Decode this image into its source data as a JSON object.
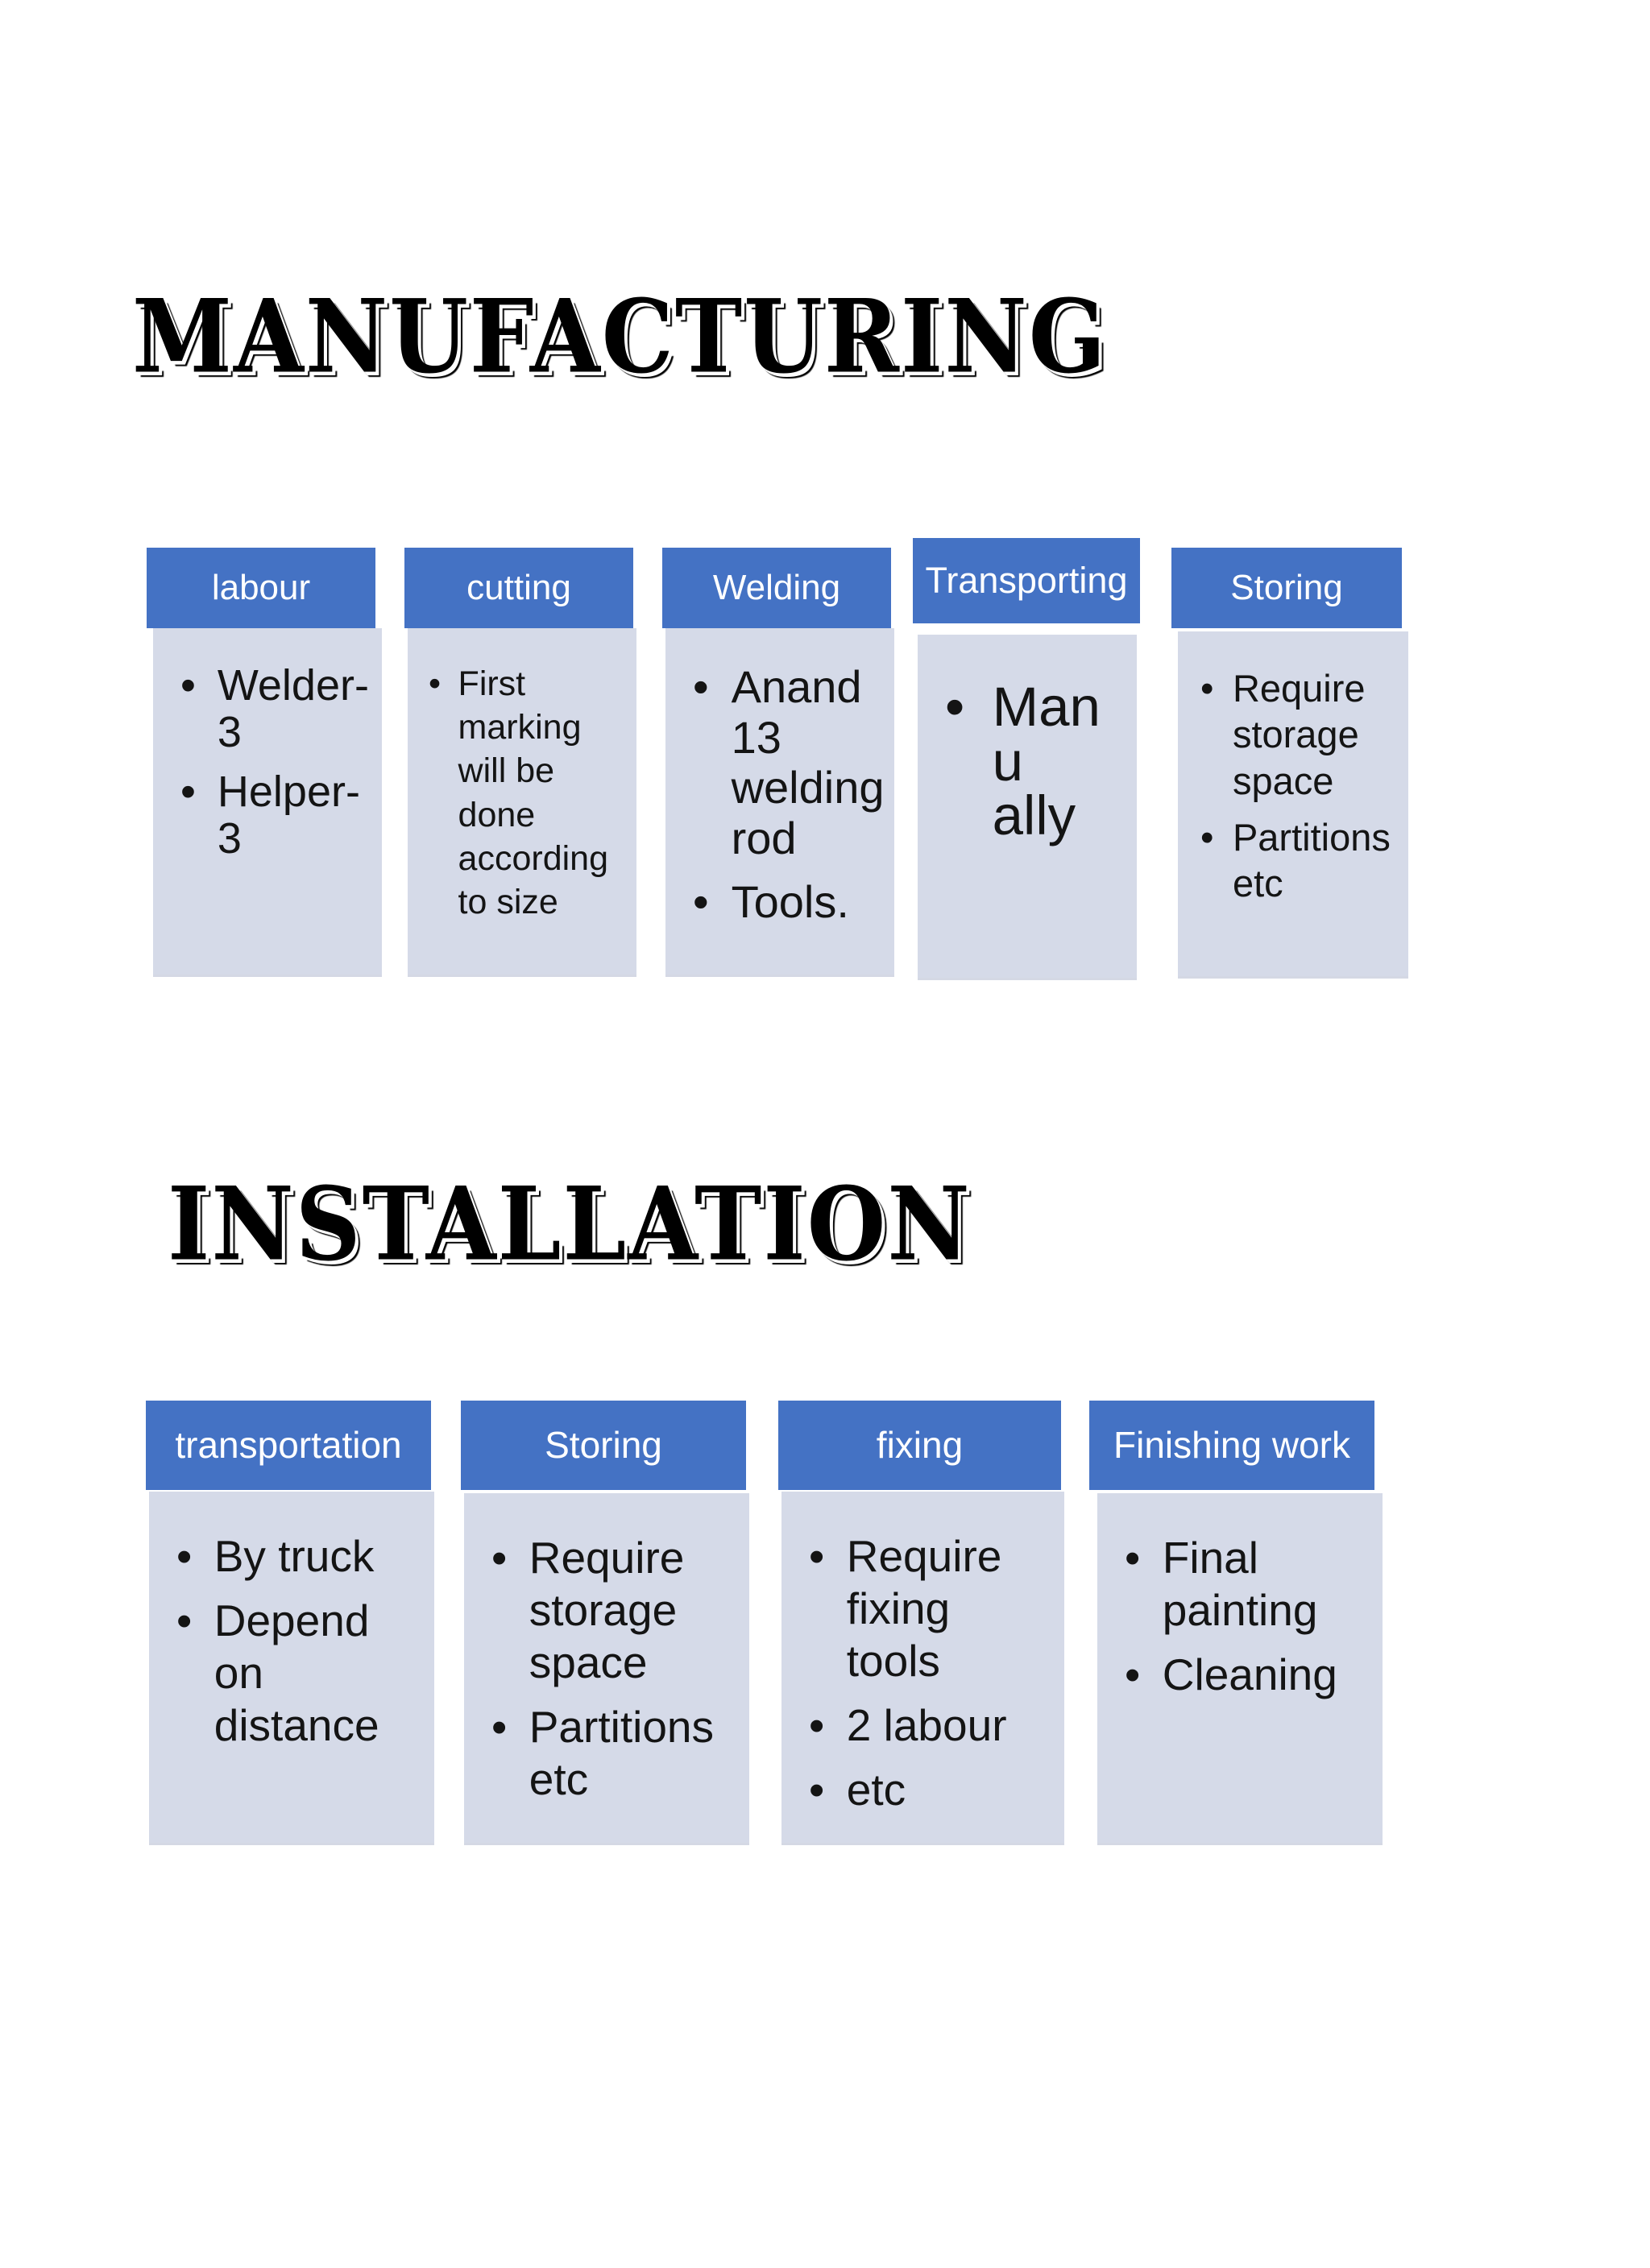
{
  "colors": {
    "header_blue": "#4472C4",
    "body_lavender": "#D5DAE8",
    "header_text": "#ffffff",
    "body_text": "#141414",
    "title_text": "#000000",
    "page_background": "#ffffff"
  },
  "sections": [
    {
      "title": "MANUFACTURING",
      "boxes": [
        {
          "header": "labour",
          "items": [
            "Welder-\n3",
            "Helper-\n3"
          ]
        },
        {
          "header": "cutting",
          "items": [
            "First\nmarking\nwill be\ndone\naccording\nto size"
          ]
        },
        {
          "header": "Welding",
          "items": [
            "Anand\n13\nwelding\nrod",
            "Tools."
          ]
        },
        {
          "header": "Transporting",
          "items": [
            "Manu\nally"
          ]
        },
        {
          "header": "Storing",
          "items": [
            "Require\nstorage\nspace",
            "Partitions\netc"
          ]
        }
      ]
    },
    {
      "title": "INSTALLATION",
      "boxes": [
        {
          "header": "transportation",
          "items": [
            "By truck",
            "Depend\non\ndistance"
          ]
        },
        {
          "header": "Storing",
          "items": [
            "Require\nstorage\nspace",
            "Partitions\netc"
          ]
        },
        {
          "header": "fixing",
          "items": [
            "Require\nfixing\ntools",
            "2 labour",
            "etc"
          ]
        },
        {
          "header": "Finishing work",
          "items": [
            "Final\npainting",
            "Cleaning"
          ]
        }
      ]
    }
  ]
}
